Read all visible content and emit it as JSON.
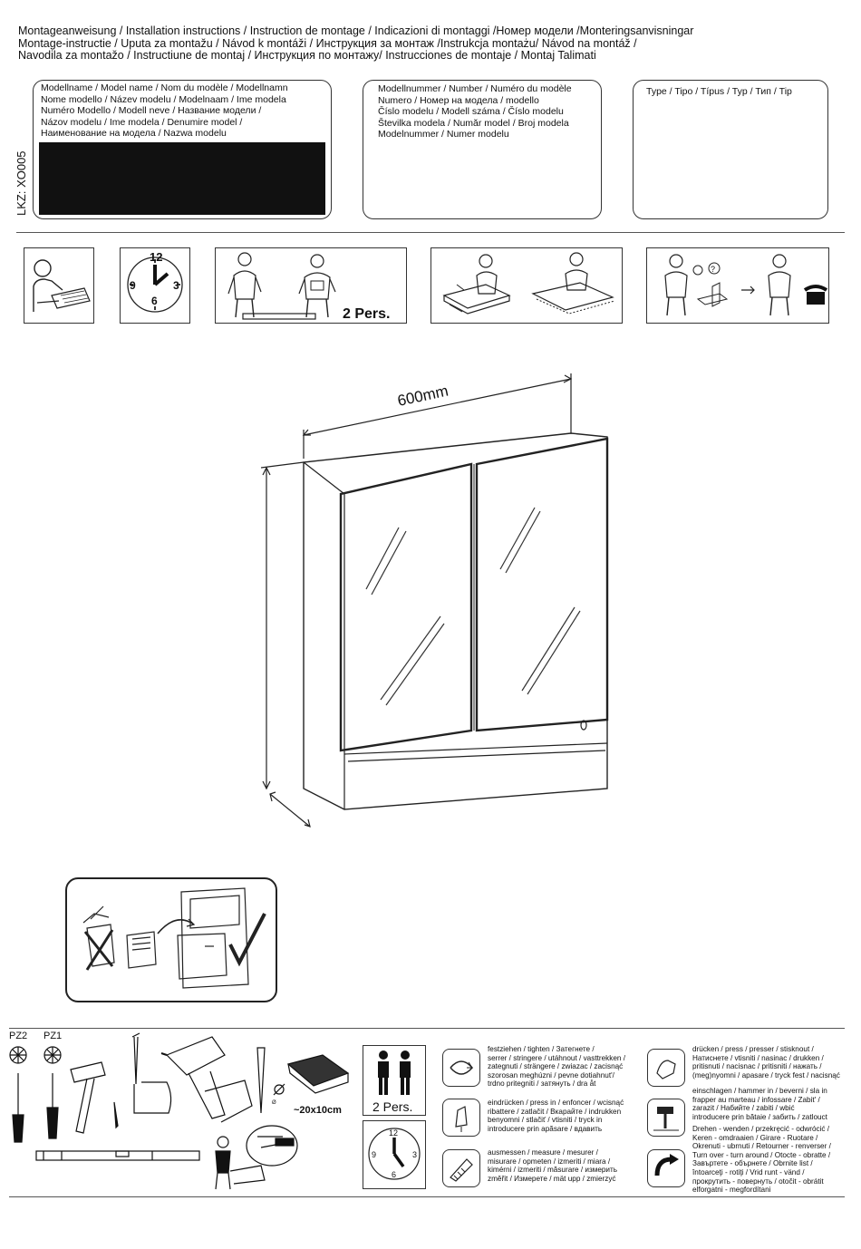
{
  "header": {
    "lines": [
      "Montageanweisung    / Installation instructions / Instruction de montage / Indicazioni di montaggi /Номер модели /Monteringsanvisningar",
      "Montage-instructie / Uputa za montažu / Návod k montáži / Инструкция за монтаж /Instrukcja montażu/ Návod na montáž /",
      "Navodila za montažo / Instructiune de montaj / Инструкция по монтажу/ Instrucciones de montaje / Montaj Talimati"
    ]
  },
  "model_name_box": {
    "lines": [
      "Modellname / Model name / Nom du modèle / Modellnamn",
      "Nome modello / Název modelu / Modelnaam / Ime modela",
      "Numéro Modello / Modell neve / Название модели /",
      "Názov modelu / Ime modela / Denumire model /",
      "Наименование на модела / Nazwa modelu"
    ]
  },
  "side_label": "LKZ: XO005",
  "model_number_box": {
    "lines": [
      "Modellnummer / Number / Numéro du modèle",
      "Numero /  Номер на модела / modello",
      "Číslo modelu / Modell száma / Číslo modelu",
      "Številka modela / Număr model / Broj modela",
      "Modelnummer / Numer modelu"
    ]
  },
  "type_box": {
    "label": "Type / Tipo / Típus / Typ / Тип / Tip"
  },
  "icons_row": {
    "persons_label": "2 Pers.",
    "icons": [
      "reading-instructions-icon",
      "clock-icon",
      "two-person-carry-icon",
      "unpack-icon",
      "missing-parts-call-icon"
    ],
    "clock_numbers": [
      "12",
      "3",
      "6",
      "9"
    ]
  },
  "drawing": {
    "width_label": "600mm"
  },
  "tools": {
    "pz2_label": "PZ2",
    "pz1_label": "PZ1",
    "diameter_symbol": "Ø",
    "board_size_label": "~20x10cm",
    "persons_label": "2 Pers.",
    "clock_numbers": [
      "12",
      "3",
      "6",
      "9"
    ]
  },
  "legend": {
    "tighten": [
      "festziehen / tighten / Затегнете /",
      "serrer / stringere / utáhnout / vasttrekken /",
      "zategnuti / strängere / zwiazac / zacisnąć",
      "szorosan meghúzni / pevne dotiahnut'/",
      "trdno pritegniti / затянуть / dra åt"
    ],
    "press_in": [
      "eindrücken / press in / enfoncer / wcisnąć",
      "ribattere / zatlačit / Вкарайте / indrukken",
      "benyomni / stlačiť / vtisniti / tryck in",
      "introducere prin apăsare / вдавить"
    ],
    "measure": [
      "ausmessen / measure / mesurer /",
      "misurare / opmeten / izmeriti / miara /",
      "kimérni / izmeriti / măsurare / измерить",
      "změřit / Измерете / mät upp / zmierzyć"
    ],
    "press": [
      "drücken / press / presser / stisknout /",
      "Натиснете / vtisniti / nasinac / drukken /",
      "pritisnuti / nacisnac / pritisniti / нажать /",
      "(meg)nyomni / apasare / tryck fest / nacisnąć"
    ],
    "hammer": [
      "einschlagen / hammer in / beverni / sla in",
      "frapper au marteau / infossare / Zabit' /",
      "zarazit / Набийте / zabiti / wbić",
      "introducere prin bătaie / забить / zatlouct"
    ],
    "turn_over": [
      "Drehen - wenden / przekręcić - odwrócić /",
      "Keren - omdraaien / Girare - Ruotare /",
      "Okrenuti - ubrnuti / Retourner - renverser /",
      "Turn over - turn around / Otocte - obratte /",
      "Завъртете - обърнете / Obrnite list /",
      "întoarceţi - rotiţi / Vrid runt - vänd /",
      "прокрутить - повернуть / otočit - obrátit",
      "elforgatni - megfordítani"
    ]
  }
}
